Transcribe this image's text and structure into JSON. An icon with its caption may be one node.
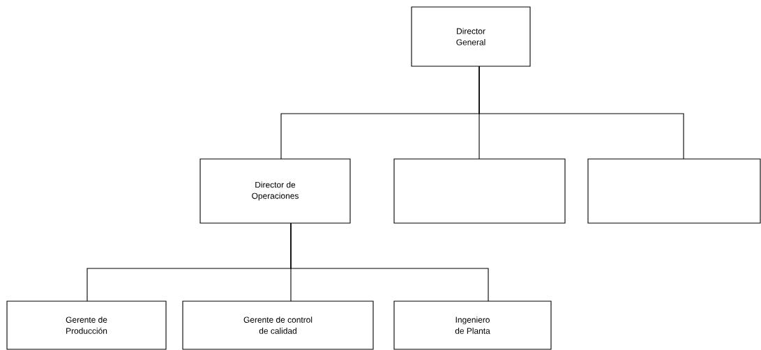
{
  "diagram": {
    "nodes": [
      {
        "text": [
          "Director General"
        ]
      },
      {
        "text": [
          "Director de Operaciones"
        ]
      },
      {
        "text": [],
        "shape": "box"
      },
      {
        "text": [],
        "shape": "box"
      },
      {
        "text": [
          "Gerente de Producción"
        ]
      },
      {
        "text": [
          "Gerente de control de calidad"
        ]
      },
      {
        "text": [
          "Ingeniero de Planta"
        ]
      }
    ],
    "edges": [
      {
        "from": 0,
        "to": 1,
        "arrow": "none"
      },
      {
        "from": 0,
        "to": 2,
        "arrow": "none"
      },
      {
        "from": 0,
        "to": 3,
        "arrow": "none"
      },
      {
        "from": 1,
        "to": 4,
        "arrow": "none"
      },
      {
        "from": 1,
        "to": 5,
        "arrow": "none"
      },
      {
        "from": 1,
        "to": 6,
        "arrow": "none"
      }
    ]
  }
}
